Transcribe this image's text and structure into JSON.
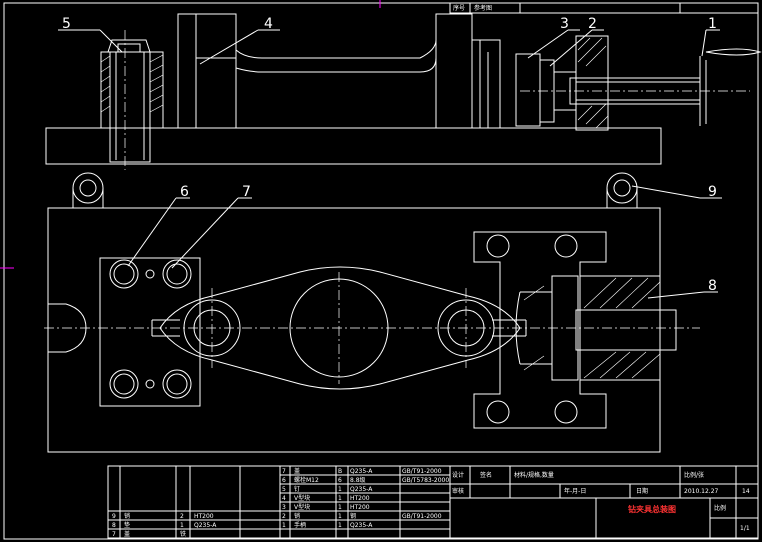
{
  "drawing": {
    "balloons": [
      "1",
      "2",
      "3",
      "4",
      "5",
      "6",
      "7",
      "8",
      "9"
    ],
    "top_strip": [
      "序号",
      "参考图"
    ]
  },
  "parts_list": {
    "rows": [
      [
        "7",
        "盖",
        "",
        "B",
        "Q235-A",
        "GB/T91-2000",
        ""
      ],
      [
        "6",
        "螺栓M12",
        "",
        "6",
        "8.8级",
        "GB/T5783-2000",
        ""
      ],
      [
        "5",
        "钉",
        "",
        "1",
        "Q235-A",
        "",
        ""
      ],
      [
        "4",
        "V型块",
        "",
        "1",
        "HT200",
        "",
        ""
      ],
      [
        "3",
        "V型块",
        "",
        "1",
        "HT200",
        "",
        ""
      ],
      [
        "2",
        "销",
        "",
        "1",
        "钢",
        "GB/T91-2000",
        ""
      ],
      [
        "1",
        "手柄",
        "",
        "1",
        "Q235-A",
        "",
        ""
      ]
    ],
    "left_rows": [
      [
        "9",
        "销",
        "2",
        "HT200",
        ""
      ],
      [
        "8",
        "垫",
        "1",
        "Q235-A",
        ""
      ],
      [
        "7",
        "盖",
        "铁",
        "",
        ""
      ]
    ]
  },
  "title_block": {
    "row1": [
      "设计",
      "签名",
      "材料/规格,数量",
      "比例/张"
    ],
    "row2": [
      "审核",
      "年-月-日",
      "日期",
      "2010.12.27",
      "14"
    ],
    "drawing_name": "钻夹具总装图",
    "sheet": "1/1",
    "scale_label": "比例"
  }
}
